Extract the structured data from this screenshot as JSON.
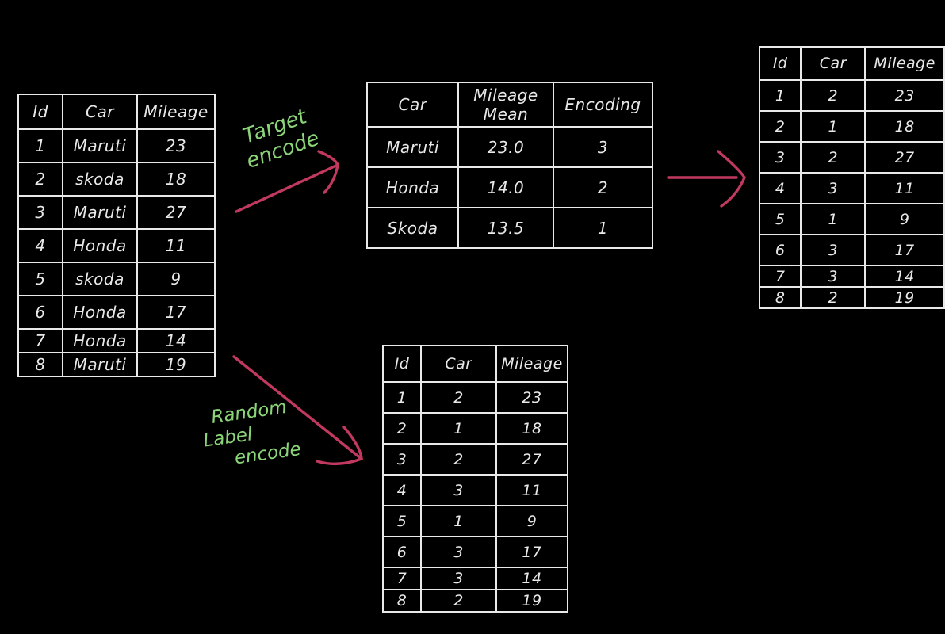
{
  "colors": {
    "background": "#000000",
    "ink": "#e9e9e9",
    "annotation_green": "#8bd579",
    "arrow_red": "#c2395f"
  },
  "tables": {
    "original": {
      "headers": [
        "Id",
        "Car",
        "Mileage"
      ],
      "rows": [
        [
          "1",
          "Maruti",
          "23"
        ],
        [
          "2",
          "skoda",
          "18"
        ],
        [
          "3",
          "Maruti",
          "27"
        ],
        [
          "4",
          "Honda",
          "11"
        ],
        [
          "5",
          "skoda",
          "9"
        ],
        [
          "6",
          "Honda",
          "17"
        ],
        [
          "7",
          "Honda",
          "14"
        ],
        [
          "8",
          "Maruti",
          "19"
        ]
      ]
    },
    "encoding": {
      "headers": [
        "Car",
        "Mileage Mean",
        "Encoding"
      ],
      "rows": [
        [
          "Maruti",
          "23.0",
          "3"
        ],
        [
          "Honda",
          "14.0",
          "2"
        ],
        [
          "Skoda",
          "13.5",
          "1"
        ]
      ]
    },
    "target_result": {
      "headers": [
        "Id",
        "Car",
        "Mileage"
      ],
      "rows": [
        [
          "1",
          "2",
          "23"
        ],
        [
          "2",
          "1",
          "18"
        ],
        [
          "3",
          "2",
          "27"
        ],
        [
          "4",
          "3",
          "11"
        ],
        [
          "5",
          "1",
          "9"
        ],
        [
          "6",
          "3",
          "17"
        ],
        [
          "7",
          "3",
          "14"
        ],
        [
          "8",
          "2",
          "19"
        ]
      ]
    },
    "label_result": {
      "headers": [
        "Id",
        "Car",
        "Mileage"
      ],
      "rows": [
        [
          "1",
          "2",
          "23"
        ],
        [
          "2",
          "1",
          "18"
        ],
        [
          "3",
          "2",
          "27"
        ],
        [
          "4",
          "3",
          "11"
        ],
        [
          "5",
          "1",
          "9"
        ],
        [
          "6",
          "3",
          "17"
        ],
        [
          "7",
          "3",
          "14"
        ],
        [
          "8",
          "2",
          "19"
        ]
      ]
    }
  },
  "annotations": {
    "target_encode": {
      "line1": "Target",
      "line2": "encode"
    },
    "label_encode": {
      "line1": "Random",
      "line2": "Label",
      "line3": "encode"
    }
  }
}
